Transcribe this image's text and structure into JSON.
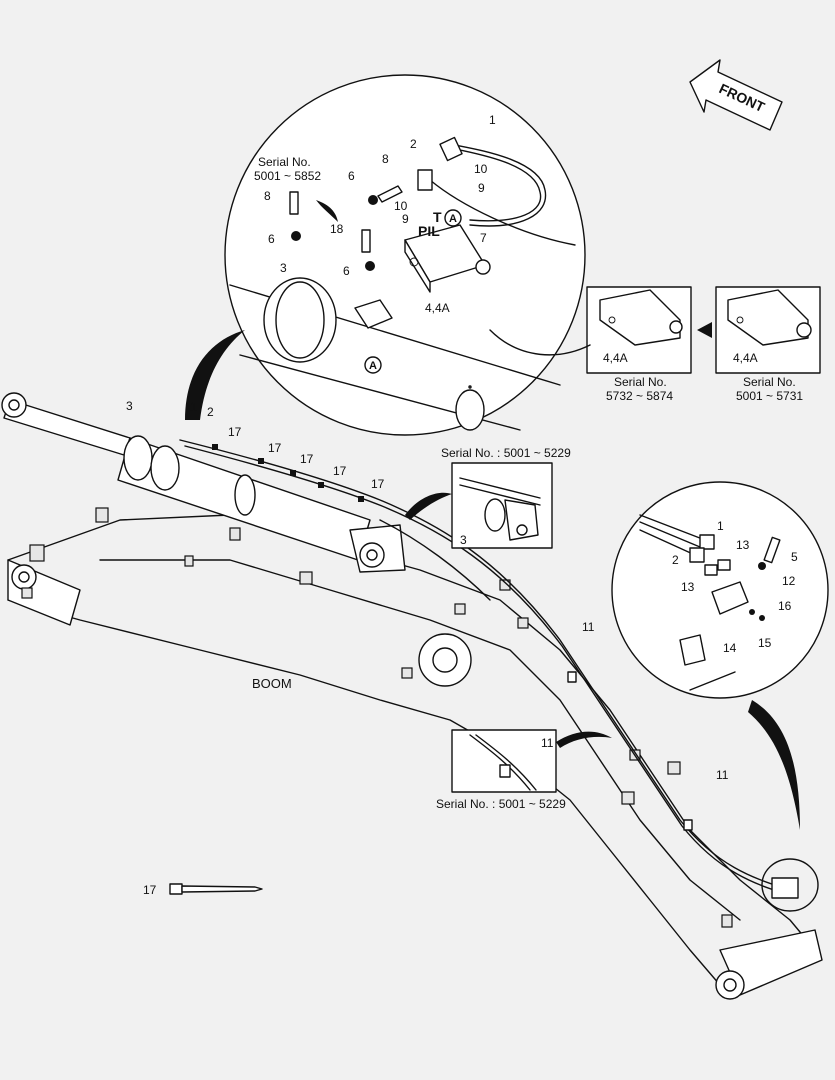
{
  "front_label": "FRONT",
  "boom_label": "BOOM",
  "callout_a": "A",
  "port_pil": "PIL",
  "port_t": "T",
  "serial_word": "Serial No.",
  "serial_5001_5852": "5001 ~ 5852",
  "serial_5732_5874": "5732 ~ 5874",
  "serial_5001_5731": "5001 ~ 5731",
  "serial_5001_5229": "Serial No. : 5001 ~ 5229",
  "parts": {
    "p1": "1",
    "p2": "2",
    "p3": "3",
    "p4a": "4,4A",
    "p5": "5",
    "p6": "6",
    "p7": "7",
    "p8": "8",
    "p9": "9",
    "p10": "10",
    "p11": "11",
    "p12": "12",
    "p13": "13",
    "p14": "14",
    "p15": "15",
    "p16": "16",
    "p17": "17",
    "p18": "18"
  }
}
